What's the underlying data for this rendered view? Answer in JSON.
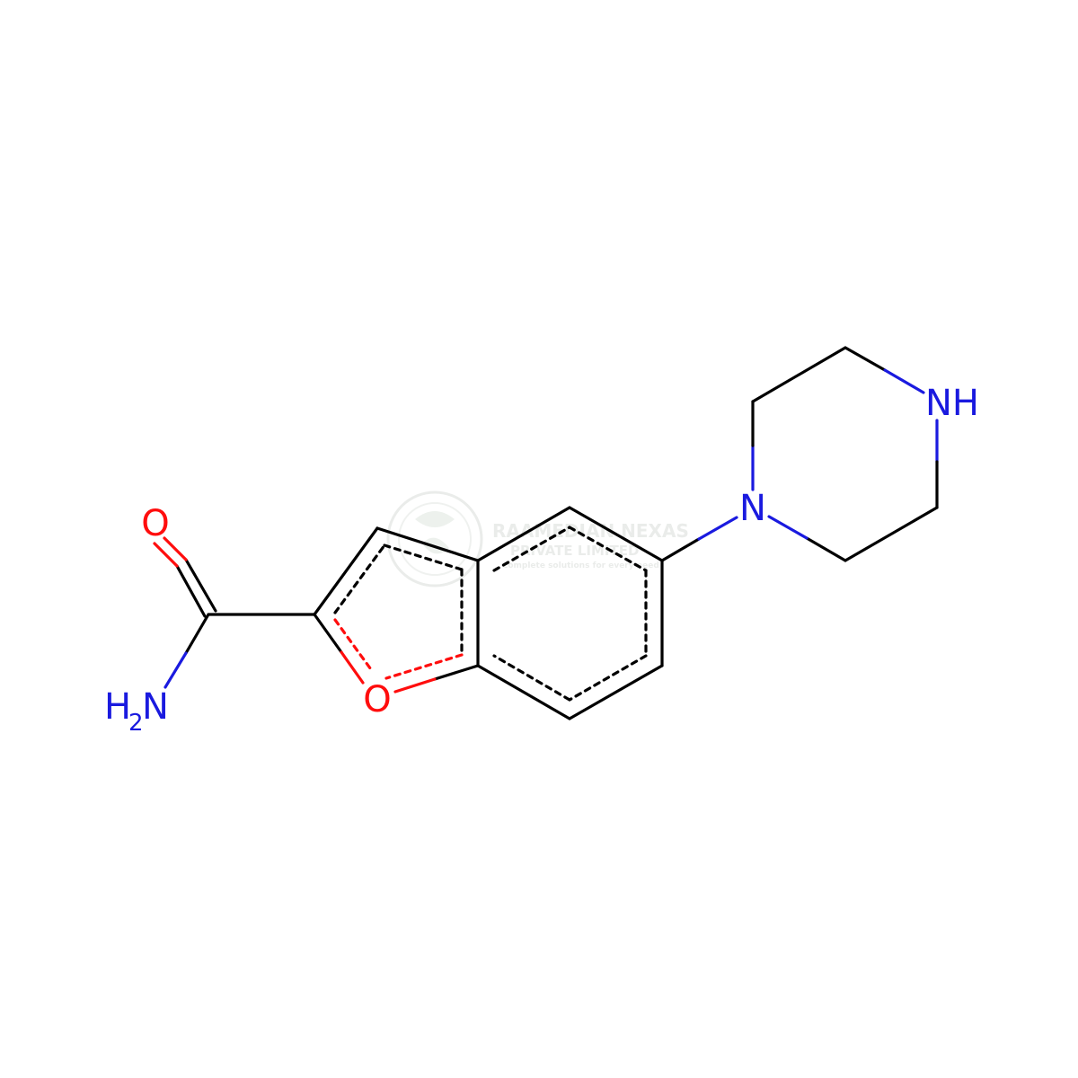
{
  "molecule": {
    "atoms": {
      "carbonyl_oxygen": "O",
      "ring_oxygen": "O",
      "amide_nitrogen": "N",
      "amide_h": "H",
      "amide_h_count": "2",
      "piperazine_n1": "N",
      "piperazine_nh": "NH"
    }
  },
  "watermark": {
    "line1": "RAAMEDIAN NEXAS",
    "line2": "PRIVATE LIMITED",
    "line3": "complete solutions for every need"
  },
  "colors": {
    "bond": "#000000",
    "oxygen": "#ff0d0d",
    "nitrogen": "#1a1adf",
    "watermark": "#d9ddd9"
  }
}
